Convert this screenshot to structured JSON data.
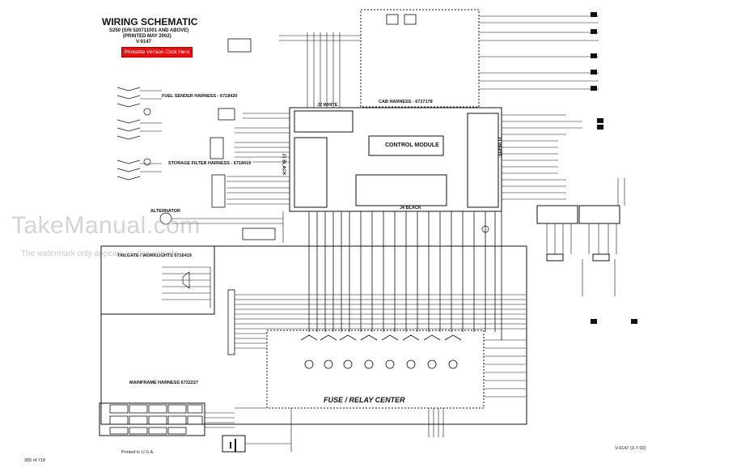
{
  "header": {
    "title": "WIRING SCHEMATIC",
    "model_line": "S250 (S/N 520711001 AND ABOVE)",
    "printed_line": "(PRINTED MAY 2002)",
    "doc_number": "V-0147",
    "printable_link": "Printable Version Click Here"
  },
  "watermark": {
    "main": "TakeManual.com",
    "note": "The watermark only appears on this sample"
  },
  "labels": {
    "control_module": "CONTROL MODULE",
    "cab_harness": "CAB HARNESS - 6727178",
    "tailgate": "TAILGATE / WORKLIGHTS 6716419",
    "mainframe": "MAINFRAME HARNESS 6732227",
    "fuse_relay": "FUSE / RELAY CENTER",
    "alternator": "ALTERNATOR",
    "j1_black": "J1 BLACK",
    "j2_white": "J2 WHITE",
    "j3_white": "J3 WHITE",
    "j4_black": "J4 BLACK",
    "fuel_sender": "FUEL SENDER HARNESS - 6718420",
    "storage_filter": "STORAGE FILTER HARNESS - 6718419"
  },
  "footer": {
    "printed_in": "Printed in U.S.A.",
    "page": "365 of 718",
    "doc_ref": "V-0147 (3-7-02)"
  }
}
